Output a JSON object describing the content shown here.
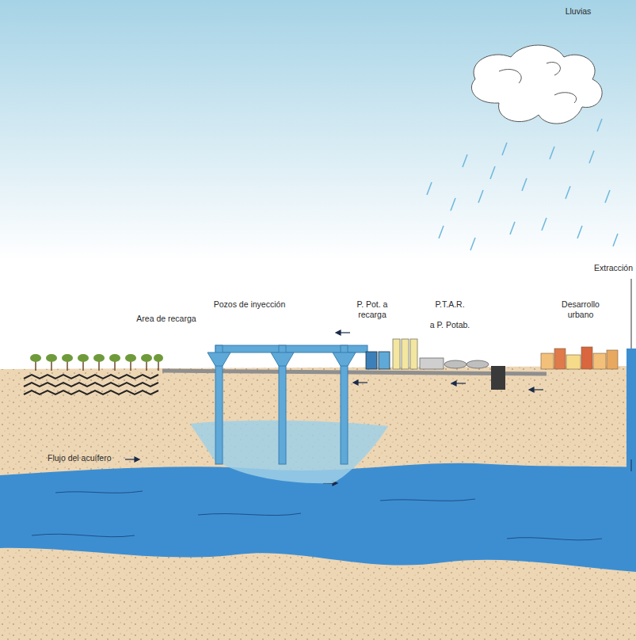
{
  "diagram": {
    "labels": [
      "Lluvias",
      "Extracción",
      "Area de recarga",
      "Pozos de inyección",
      "P. Pot. a recarga",
      "P.T.A.R.",
      "a P. Potab.",
      "Desarrollo urbano",
      "Flujo del acuífero"
    ]
  }
}
